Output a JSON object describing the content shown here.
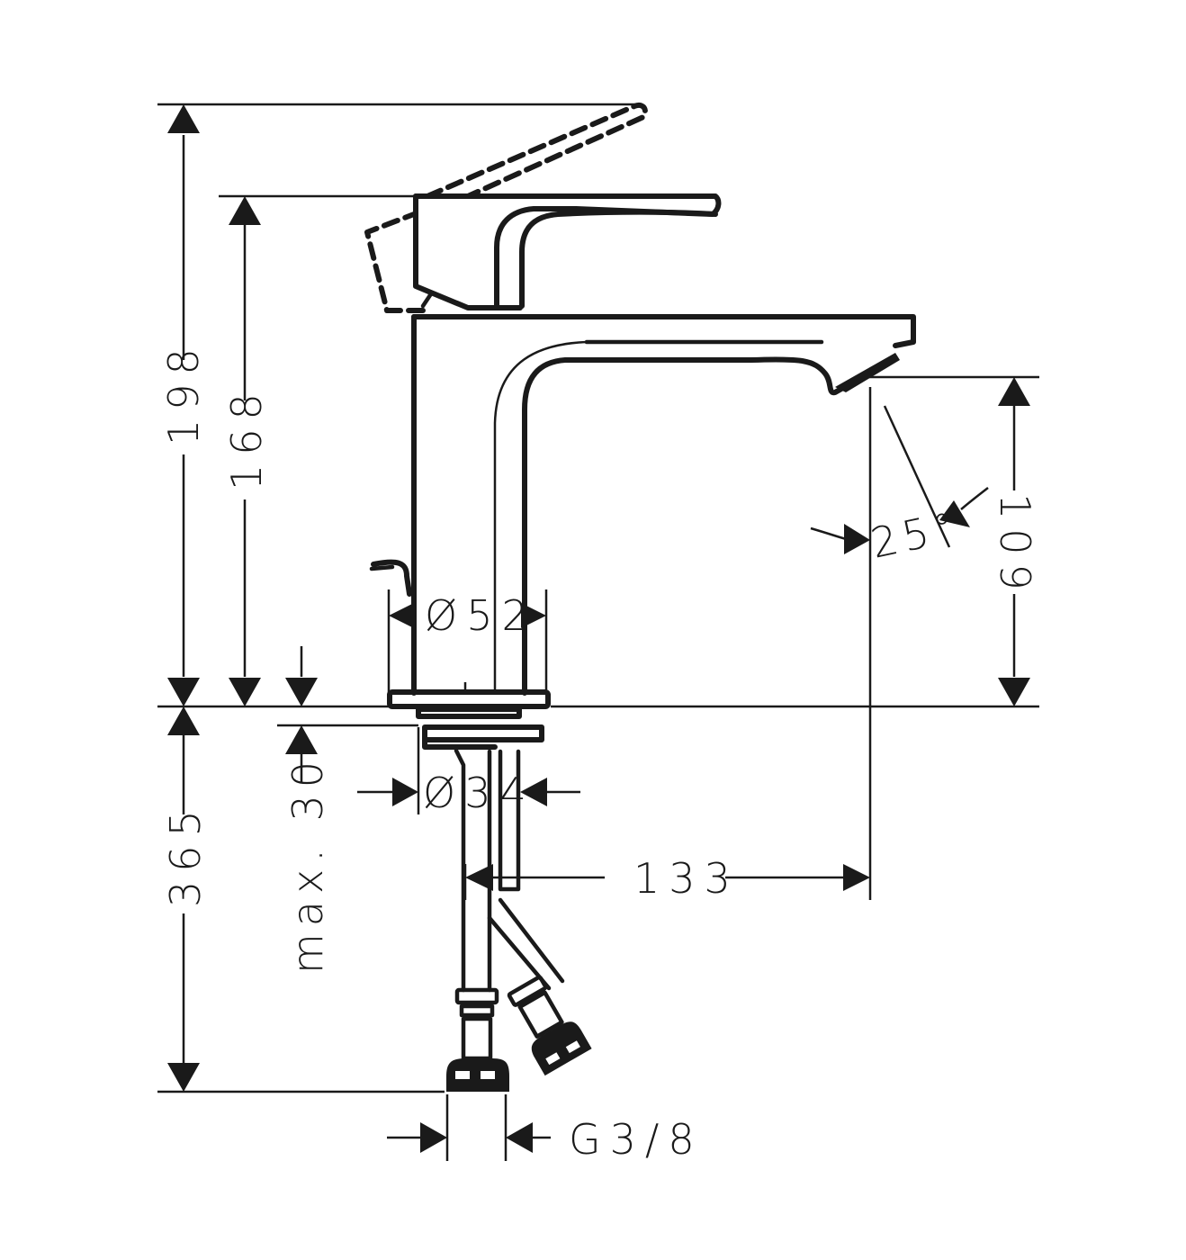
{
  "drawing": {
    "subject": "Single-lever basin mixer tap dimension drawing",
    "colors": {
      "ink": "#1a1a1a",
      "background": "#ffffff"
    }
  },
  "dimensions": {
    "total_height_lever_open": {
      "value": "198",
      "orientation": "vertical"
    },
    "body_height": {
      "value": "168",
      "orientation": "vertical"
    },
    "spout_height": {
      "value": "109",
      "orientation": "vertical"
    },
    "spout_angle": {
      "value": "25°",
      "orientation": "angular"
    },
    "body_diameter": {
      "value": "Ø52",
      "orientation": "horizontal"
    },
    "shank_diameter": {
      "value": "Ø34",
      "orientation": "horizontal"
    },
    "max_deck_thickness": {
      "value": "max. 30",
      "orientation": "vertical"
    },
    "hose_length": {
      "value": "365",
      "orientation": "vertical"
    },
    "spout_reach": {
      "value": "133",
      "orientation": "horizontal"
    },
    "connection_thread": {
      "value": "G3/8",
      "orientation": "horizontal"
    }
  }
}
